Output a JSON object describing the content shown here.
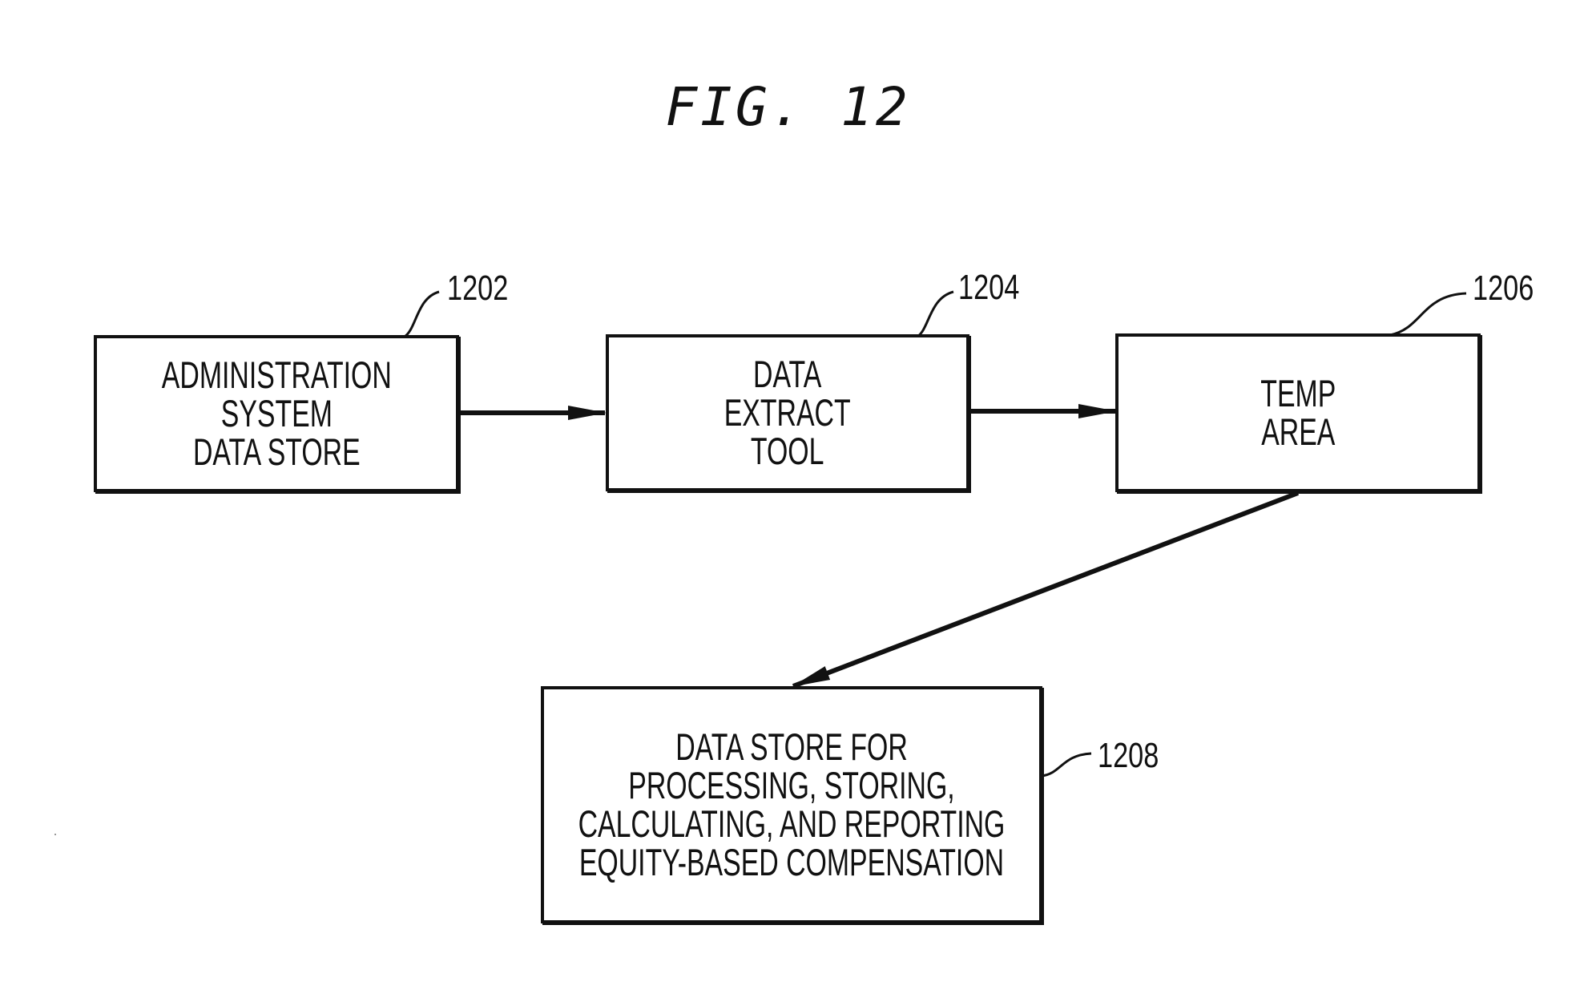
{
  "figure": {
    "title": "FIG. 12"
  },
  "boxes": {
    "b1202": {
      "ref": "1202",
      "lines": [
        "ADMINISTRATION",
        "SYSTEM",
        "DATA STORE"
      ]
    },
    "b1204": {
      "ref": "1204",
      "lines": [
        "DATA",
        "EXTRACT",
        "TOOL"
      ]
    },
    "b1206": {
      "ref": "1206",
      "lines": [
        "TEMP",
        "AREA"
      ]
    },
    "b1208": {
      "ref": "1208",
      "lines": [
        "DATA STORE FOR",
        "PROCESSING, STORING,",
        "CALCULATING, AND REPORTING",
        "EQUITY-BASED COMPENSATION"
      ]
    }
  },
  "connections": [
    {
      "from": "1202",
      "to": "1204"
    },
    {
      "from": "1204",
      "to": "1206"
    },
    {
      "from": "1206",
      "to": "1208"
    }
  ]
}
